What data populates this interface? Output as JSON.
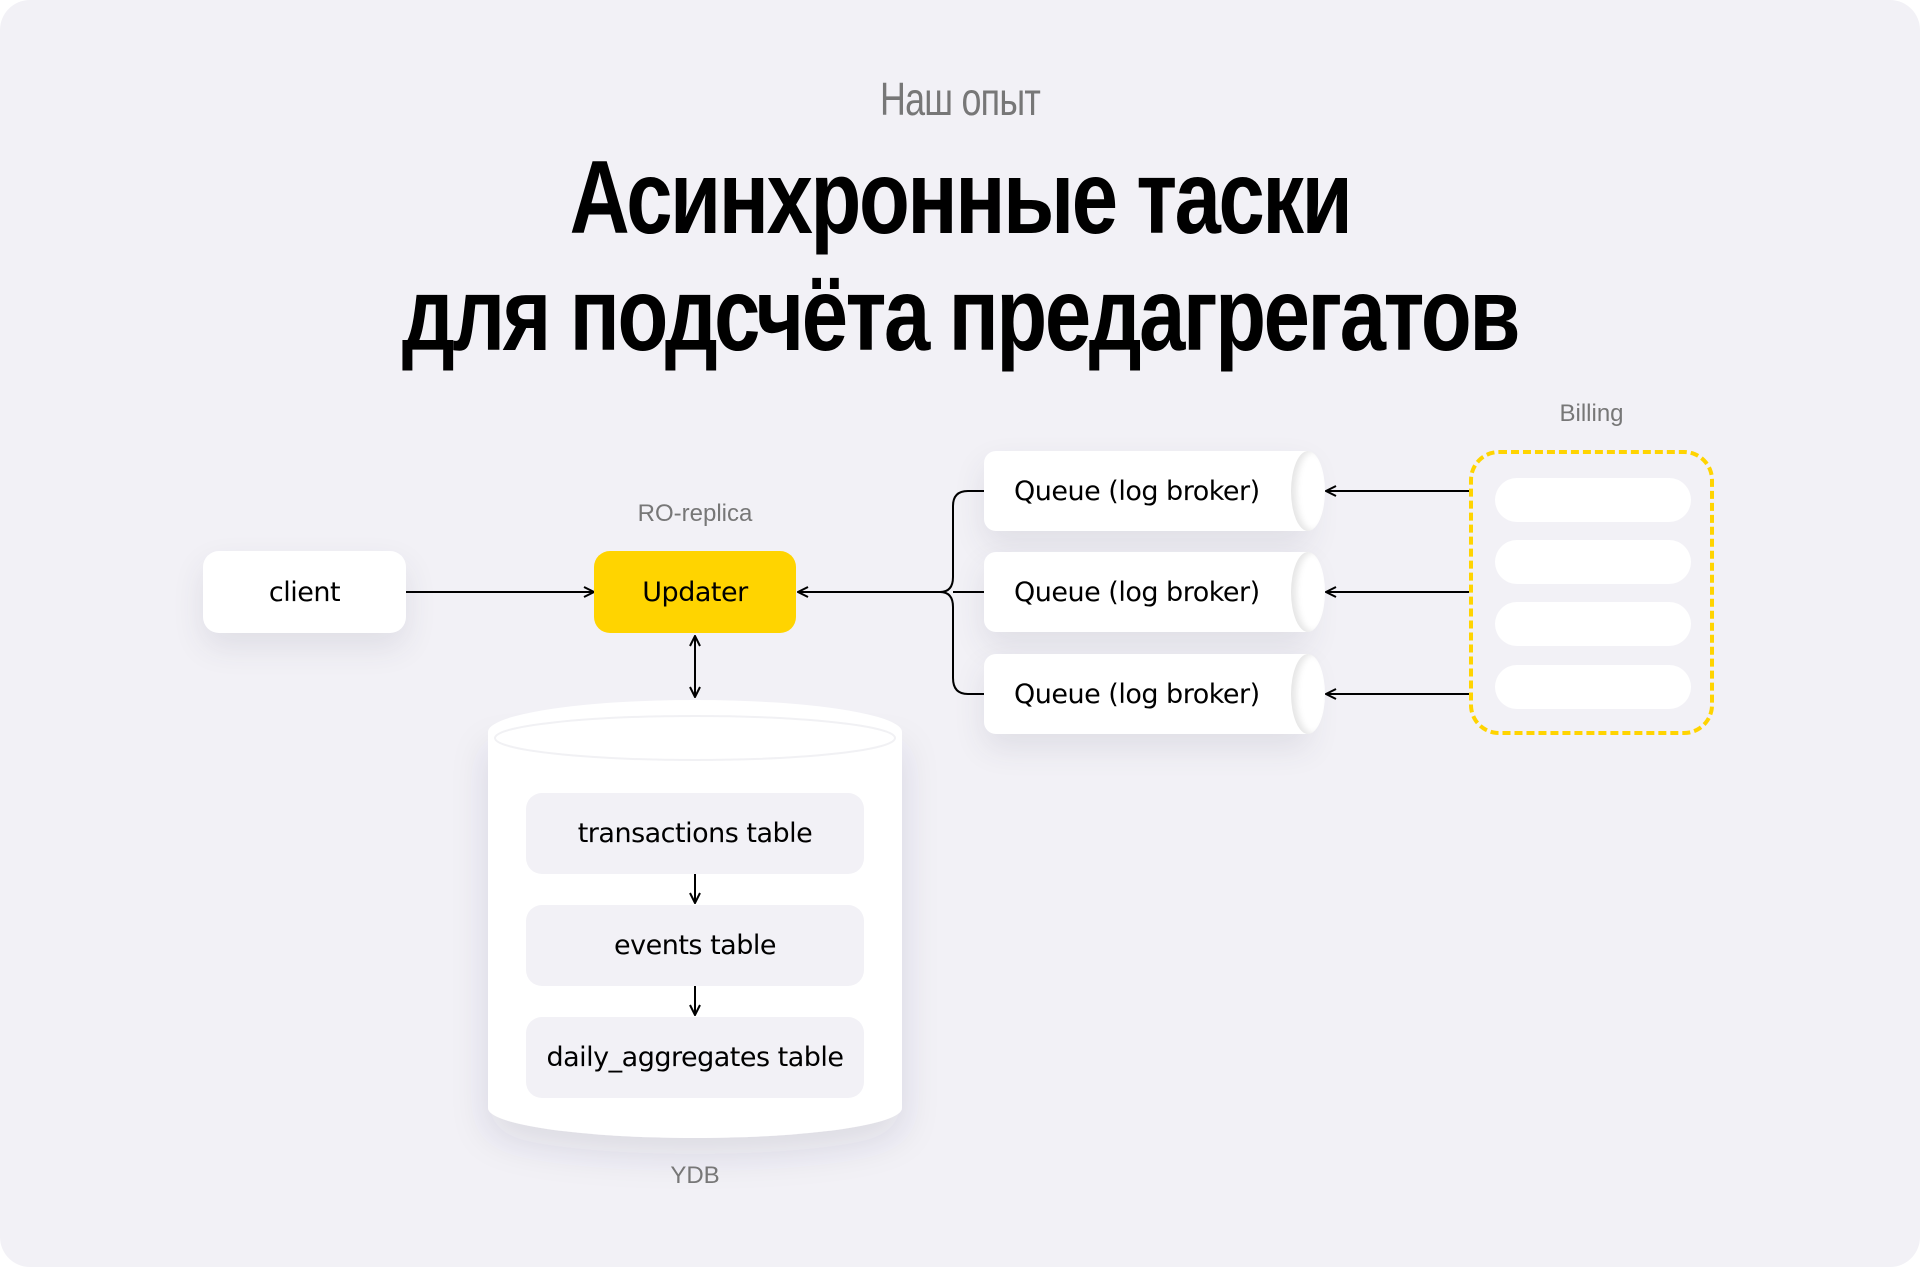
{
  "header": {
    "subtitle": "Наш опыт",
    "title_line1": "Асинхронные таски",
    "title_line2": "для подсчёта предагрегатов"
  },
  "nodes": {
    "client": "client",
    "updater": "Updater",
    "updater_caption": "RO-replica",
    "queues": [
      "Queue (log broker)",
      "Queue (log broker)",
      "Queue (log broker)"
    ],
    "billing_caption": "Billing",
    "ydb_caption": "YDB",
    "tables": [
      "transactions table",
      "events table",
      "daily_aggregates table"
    ]
  },
  "colors": {
    "background": "#f2f1f6",
    "accent": "#ffd400",
    "node": "#ffffff",
    "table": "#f2f1f6"
  }
}
